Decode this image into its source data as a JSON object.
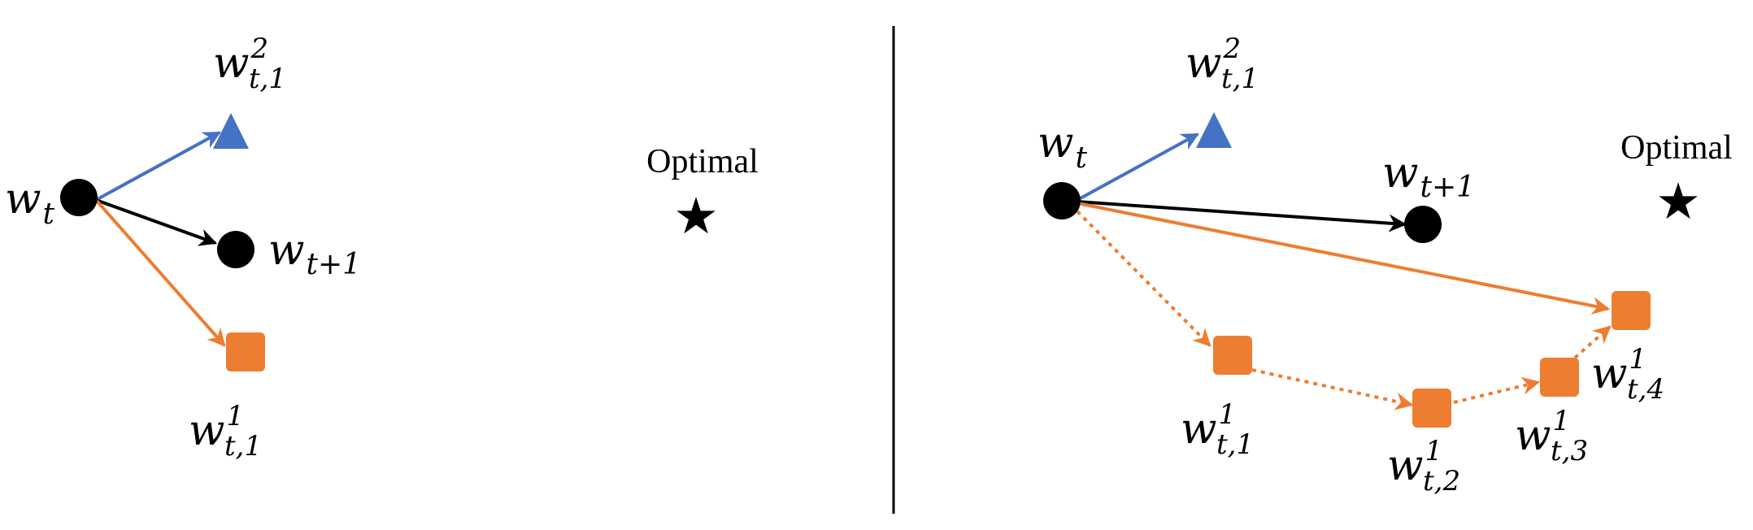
{
  "diagram": {
    "left_panel": {
      "optimal_label": "Optimal",
      "labels": {
        "w_t": {
          "base": "w",
          "sub": "t",
          "sup": ""
        },
        "w_next": {
          "base": "w",
          "sub": "t+1",
          "sup": ""
        },
        "w_blue": {
          "base": "w",
          "sub": "t,1",
          "sup": "2"
        },
        "w_orange": {
          "base": "w",
          "sub": "t,1",
          "sup": "1"
        }
      }
    },
    "right_panel": {
      "optimal_label": "Optimal",
      "labels": {
        "w_t": {
          "base": "w",
          "sub": "t",
          "sup": ""
        },
        "w_next": {
          "base": "w",
          "sub": "t+1",
          "sup": ""
        },
        "w_blue": {
          "base": "w",
          "sub": "t,1",
          "sup": "2"
        },
        "w_o1": {
          "base": "w",
          "sub": "t,1",
          "sup": "1"
        },
        "w_o2": {
          "base": "w",
          "sub": "t,2",
          "sup": "1"
        },
        "w_o3": {
          "base": "w",
          "sub": "t,3",
          "sup": "1"
        },
        "w_o4": {
          "base": "w",
          "sub": "t,4",
          "sup": "1"
        }
      }
    },
    "colors": {
      "blue": "#4472c4",
      "orange": "#ed7d31",
      "black": "#000000"
    }
  }
}
